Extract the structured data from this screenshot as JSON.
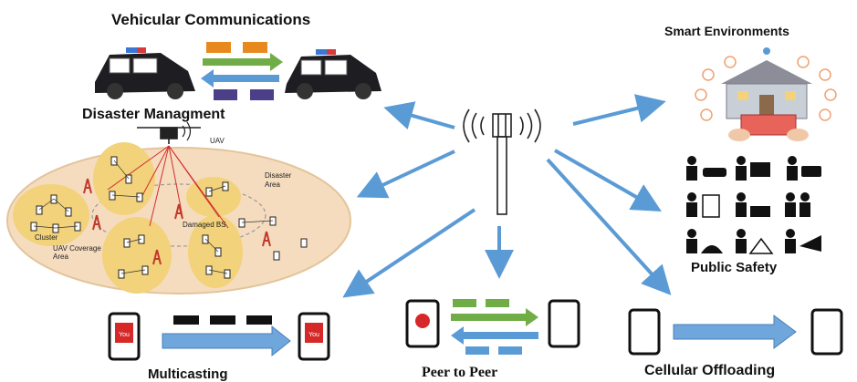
{
  "labels": {
    "vehicular": "Vehicular Communications",
    "smart": "Smart Environments",
    "disaster": "Disaster Managment",
    "public_safety": "Public Safety",
    "multicasting": "Multicasting",
    "p2p": "Peer to Peer",
    "offloading": "Cellular Offloading"
  },
  "disaster_labels": {
    "uav": "UAV",
    "area": "Disaster\nArea",
    "damaged_bs": "Damaged BS",
    "cluster": "Cluster",
    "coverage": "UAV Coverage\nArea"
  },
  "colors": {
    "arrow_blue": "#5b9bd5",
    "orange": "#e8891f",
    "purple": "#4b3f88",
    "green": "#70ad47",
    "disaster_fill": "#f6dcbf",
    "cluster_fill": "#f2d27a",
    "bs_red": "#c0392b"
  },
  "icons": [
    "cell-tower-icon",
    "police-car-icon",
    "uav-icon",
    "smart-house-icon",
    "police-officer-icon",
    "smartphone-icon",
    "youtube-icon"
  ]
}
